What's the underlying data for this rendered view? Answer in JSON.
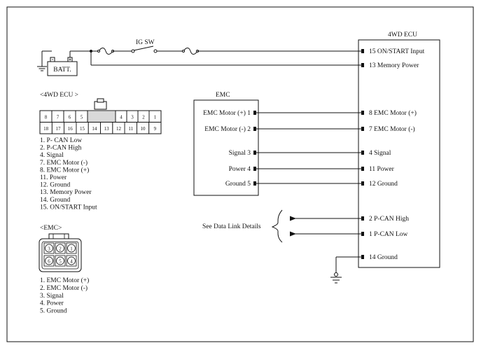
{
  "ecu": {
    "title": "4WD ECU",
    "pins": {
      "p15": "15 ON/START Input",
      "p13": "13 Memory Power",
      "p8": "8 EMC Motor (+)",
      "p7": "7 EMC Motor (-)",
      "p4": "4 Signal",
      "p11": "11 Power",
      "p12": "12 Ground",
      "p2": "2 P-CAN High",
      "p1": "1 P-CAN Low",
      "p14": "14 Ground"
    }
  },
  "emc": {
    "title": "EMC",
    "pins": {
      "p1": "EMC Motor (+)  1",
      "p2": "EMC Motor (-)  2",
      "p3": "Signal  3",
      "p4": "Power  4",
      "p5": "Ground  5"
    }
  },
  "power": {
    "ig_sw": "IG SW",
    "batt": "BATT."
  },
  "data_link_note": "See Data Link Details",
  "ecu_connector": {
    "heading": "<4WD ECU >",
    "top_pins": [
      "8",
      "7",
      "6",
      "5",
      "4",
      "3",
      "2",
      "1"
    ],
    "bottom_pins": [
      "18",
      "17",
      "16",
      "15",
      "14",
      "13",
      "12",
      "11",
      "10",
      "9"
    ],
    "legend": [
      "1. P- CAN Low",
      "2. P-CAN High",
      "4. Signal",
      "7. EMC Motor (-)",
      "8. EMC Motor (+)",
      "11. Power",
      "12. Ground",
      "13. Memory Power",
      "14. Ground",
      "15. ON/START Input"
    ]
  },
  "emc_connector": {
    "heading": "<EMC>",
    "top_pins": [
      "3",
      "2",
      "1"
    ],
    "bottom_pins": [
      "6",
      "5",
      "4"
    ],
    "legend": [
      "1. EMC Motor (+)",
      "2. EMC Motor (-)",
      "3. Signal",
      "4. Power",
      "5. Ground"
    ]
  }
}
